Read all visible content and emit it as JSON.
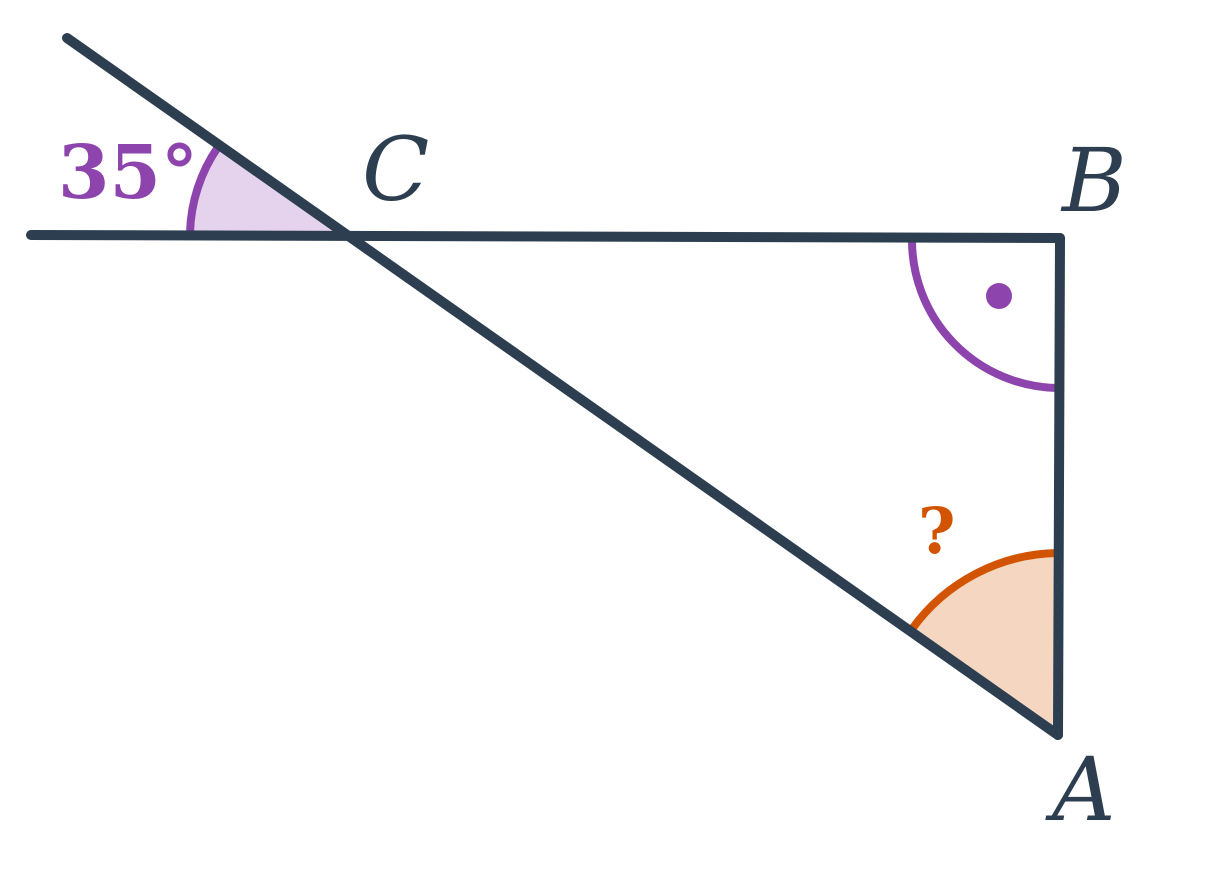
{
  "colors": {
    "line": "#2c3e50",
    "given_angle": "#8e44ad",
    "given_angle_fill": "#e5d2ec",
    "unknown_angle": "#d35400",
    "unknown_angle_fill": "#f5d7c1",
    "right_angle": "#8e44ad"
  },
  "vertices": {
    "A": "A",
    "B": "B",
    "C": "C"
  },
  "angles": {
    "exterior_at_C": "35°",
    "at_A": "?",
    "at_B_marker": "right-angle-dot"
  }
}
